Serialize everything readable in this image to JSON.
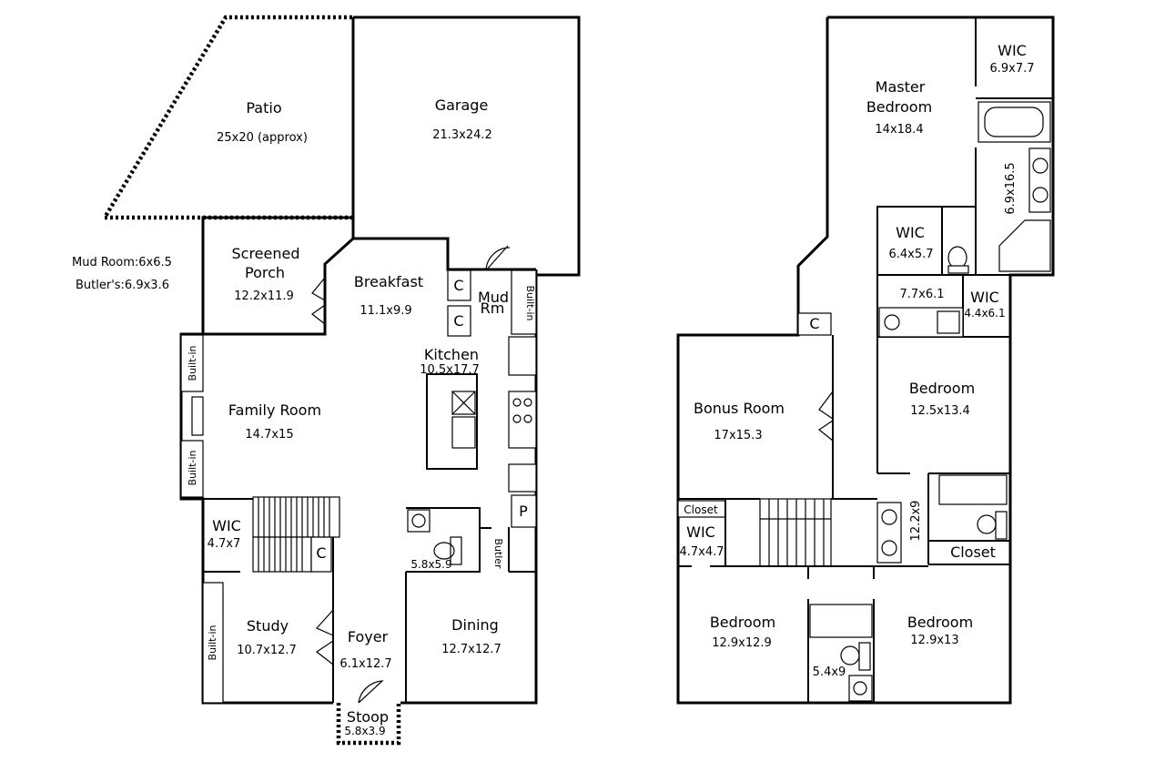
{
  "notes": {
    "mud_room": "Mud Room:6x6.5",
    "butlers": "Butler's:6.9x3.6"
  },
  "main": {
    "patio": {
      "label": "Patio",
      "dim": "25x20 (approx)"
    },
    "garage": {
      "label": "Garage",
      "dim": "21.3x24.2"
    },
    "screened_porch": {
      "label1": "Screened",
      "label2": "Porch",
      "dim": "12.2x11.9"
    },
    "breakfast": {
      "label": "Breakfast",
      "dim": "11.1x9.9"
    },
    "closet_c": "C",
    "mud_rm": {
      "label1": "Mud",
      "label2": "Rm"
    },
    "built_in": "Built-in",
    "kitchen": {
      "label": "Kitchen",
      "dim": "10.5x17.7"
    },
    "family_room": {
      "label": "Family Room",
      "dim": "14.7x15"
    },
    "wic": {
      "label": "WIC",
      "dim": "4.7x7"
    },
    "pantry": "P",
    "half_bath_dim": "5.8x5.9",
    "butler": "Butler",
    "study": {
      "label": "Study",
      "dim": "10.7x12.7"
    },
    "foyer": {
      "label": "Foyer",
      "dim": "6.1x12.7"
    },
    "dining": {
      "label": "Dining",
      "dim": "12.7x12.7"
    },
    "stoop": {
      "label": "Stoop",
      "dim": "5.8x3.9"
    }
  },
  "upper": {
    "master_bedroom": {
      "label1": "Master",
      "label2": "Bedroom",
      "dim": "14x18.4"
    },
    "master_wic": {
      "label": "WIC",
      "dim": "6.9x7.7"
    },
    "master_bath_dim": "6.9x16.5",
    "wic2": {
      "label": "WIC",
      "dim": "6.4x5.7"
    },
    "bath_dim": "7.7x6.1",
    "wic3": {
      "label": "WIC",
      "dim": "4.4x6.1"
    },
    "closet_c": "C",
    "bonus_room": {
      "label": "Bonus Room",
      "dim": "17x15.3"
    },
    "bedroom_a": {
      "label": "Bedroom",
      "dim": "12.5x13.4"
    },
    "hall_bath_dim": "12.2x9",
    "closet": "Closet",
    "closet_small": "Closet",
    "wic4": {
      "label": "WIC",
      "dim": "4.7x4.7"
    },
    "bedroom_b": {
      "label": "Bedroom",
      "dim": "12.9x12.9"
    },
    "bedroom_c": {
      "label": "Bedroom",
      "dim": "12.9x13"
    },
    "jack_jill_dim": "5.4x9"
  }
}
